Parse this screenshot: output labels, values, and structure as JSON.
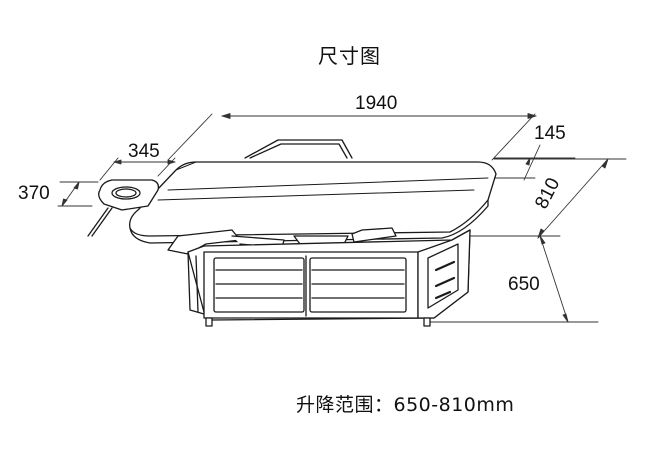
{
  "title": "尺寸图",
  "footer": "升降范围：650-810mm",
  "dimensions": {
    "length": "1940",
    "headrest_length": "345",
    "headrest_width": "370",
    "top_offset": "145",
    "max_height": "810",
    "min_height": "650"
  }
}
